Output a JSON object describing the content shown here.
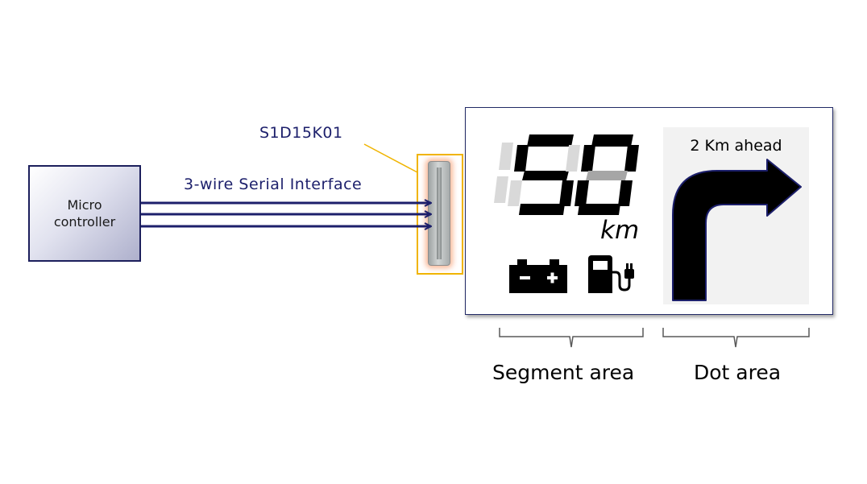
{
  "microcontroller": {
    "label_line1": "Micro",
    "label_line2": "controller"
  },
  "chip": {
    "part_number": "S1D15K01"
  },
  "bus": {
    "label": "3-wire Serial Interface",
    "wire_count": 3
  },
  "display": {
    "segment_digits": "50",
    "segment_unit": "km",
    "dot_message": "2 Km ahead",
    "icons": [
      "battery-icon",
      "fuel-pump-icon",
      "turn-right-arrow-icon"
    ]
  },
  "areas": {
    "segment_label": "Segment area",
    "dot_label": "Dot area"
  },
  "colors": {
    "navy": "#1c1f6b",
    "highlight": "#f0b400",
    "chip_glow": "#f8b08c"
  }
}
